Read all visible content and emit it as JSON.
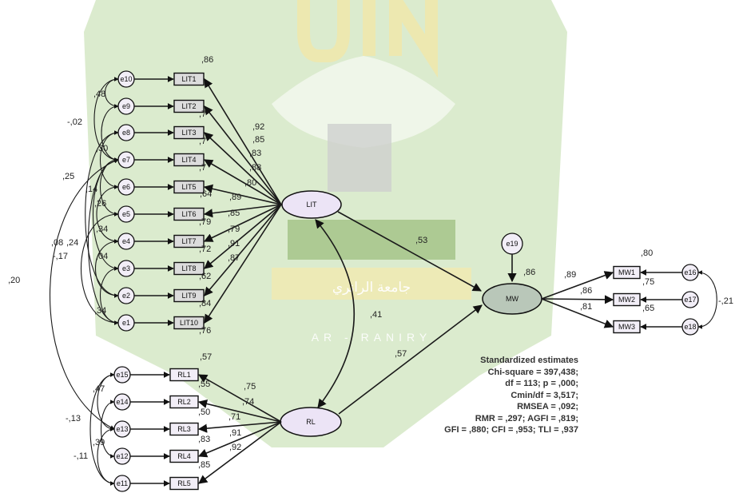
{
  "latent": {
    "lit": {
      "label": "LIT",
      "r2": ""
    },
    "rl": {
      "label": "RL",
      "r2": ""
    },
    "mw": {
      "label": "MW",
      "r2": ",86"
    }
  },
  "structural": {
    "lit_mw": ",53",
    "rl_mw": ",57",
    "lit_rl": ",41"
  },
  "lit_items": [
    {
      "name": "LIT1",
      "err": "e10",
      "loading": ",92",
      "r2": ",86"
    },
    {
      "name": "LIT2",
      "err": "e9",
      "loading": ",85",
      "r2": ",7"
    },
    {
      "name": "LIT3",
      "err": "e8",
      "loading": ",83",
      "r2": ",7"
    },
    {
      "name": "LIT4",
      "err": "e7",
      "loading": ",88",
      "r2": ",7"
    },
    {
      "name": "LIT5",
      "err": "e6",
      "loading": ",80",
      "r2": ",64"
    },
    {
      "name": "LIT6",
      "err": "e5",
      "loading": ",89",
      "r2": ",79"
    },
    {
      "name": "LIT7",
      "err": "e4",
      "loading": ",85",
      "r2": ",72"
    },
    {
      "name": "LIT8",
      "err": "e3",
      "loading": ",79",
      "r2": ",62"
    },
    {
      "name": "LIT9",
      "err": "e2",
      "loading": ",91",
      "r2": ",84"
    },
    {
      "name": "LIT10",
      "err": "e1",
      "loading": ",87",
      "r2": ",76"
    }
  ],
  "rl_items": [
    {
      "name": "RL1",
      "err": "e15",
      "loading": ",75",
      "r2": ",57"
    },
    {
      "name": "RL2",
      "err": "e14",
      "loading": ",74",
      "r2": ",55"
    },
    {
      "name": "RL3",
      "err": "e13",
      "loading": ",71",
      "r2": ",50"
    },
    {
      "name": "RL4",
      "err": "e12",
      "loading": ",91",
      "r2": ",83"
    },
    {
      "name": "RL5",
      "err": "e11",
      "loading": ",92",
      "r2": ",85"
    }
  ],
  "mw_items": [
    {
      "name": "MW1",
      "err": "e16",
      "loading": ",89",
      "r2": ",80"
    },
    {
      "name": "MW2",
      "err": "e17",
      "loading": ",86",
      "r2": ",75"
    },
    {
      "name": "MW3",
      "err": "e18",
      "loading": ",81",
      "r2": ",65"
    }
  ],
  "mw_disturbance": "e19",
  "lit_covariances": [
    ",48",
    "-,02",
    ",30",
    ",25",
    ",14",
    ",26",
    ",08",
    ",24",
    "-,17",
    ",34",
    ",04",
    ",34"
  ],
  "rl_covariances": [
    ",47",
    "-,13",
    ",39",
    "-,11"
  ],
  "mw_covariance": "-,21",
  "long_covariance": ",20",
  "stats": {
    "title": "Standardized estimates",
    "lines": [
      "Chi-square = 397,438;",
      "df = 113; p = ,000;",
      "Cmin/df = 3,517;",
      "RMSEA = ,092;",
      "RMR = ,297; AGFI = ,819;",
      "GFI = ,880; CFI = ,953; TLI = ,937"
    ]
  },
  "watermark": {
    "text_top": "UIN",
    "text_arabic": "جامعة الرانري",
    "text_bottom": "AR - RANIRY"
  },
  "colors": {
    "watermark_green": "#a9c98a",
    "watermark_yellow": "#e9e3a8",
    "lit_arrow_gold": "#6b5a1a"
  }
}
